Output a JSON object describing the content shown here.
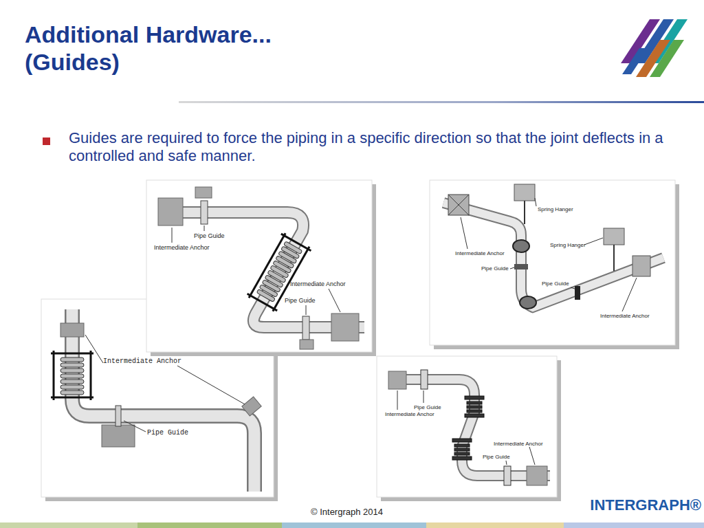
{
  "diagram": {
    "title": "Additional Hardware... (Guides)",
    "labels": [
      "Guides are required to force the piping in a specific direction so that the joint deflects in a controlled and safe manner.",
      "Pipe Guide",
      "Intermediate Anchor",
      "Intermediate Anchor",
      "Pipe Guide",
      "Spring Hanger",
      "Intermediate Anchor",
      "Pipe Guide",
      "Spring Hanger",
      "Pipe Guide",
      "Intermediate Anchor",
      "Intermediate Anchor",
      "Pipe Guide",
      "Pipe Guide",
      "Intermediate Anchor",
      "Intermediate Anchor",
      "Pipe Guide",
      "© Intergraph 2014",
      "INTERGRAPH®"
    ]
  }
}
